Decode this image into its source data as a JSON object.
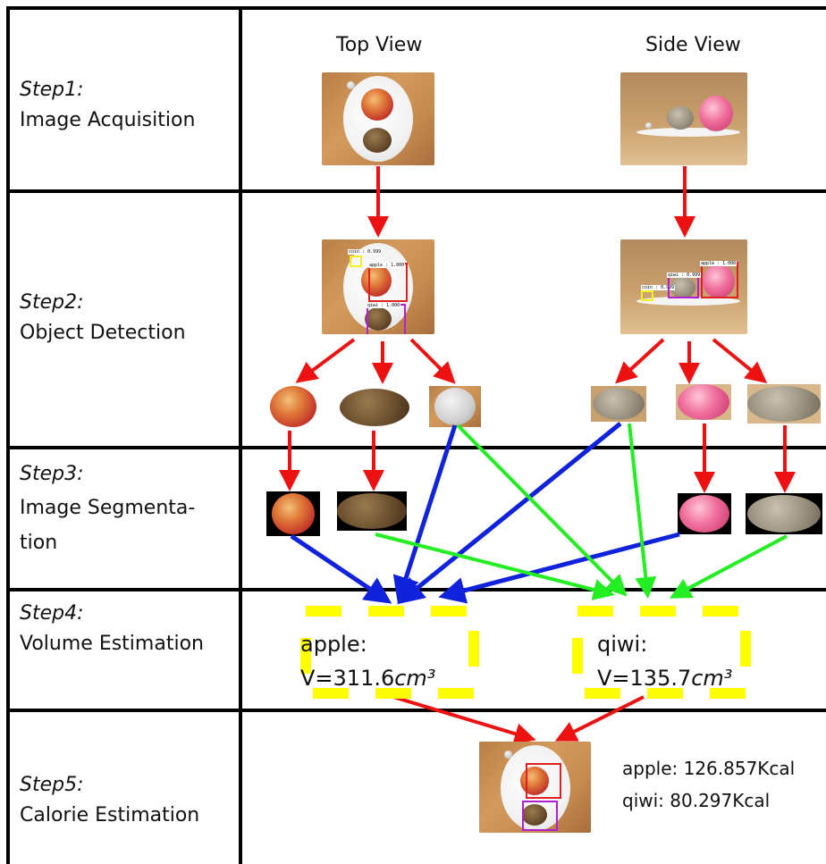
{
  "steps": [
    {
      "num": "Step1:",
      "label": "Image Acquisition"
    },
    {
      "num": "Step2:",
      "label": "Object Detection"
    },
    {
      "num": "Step3:",
      "label_line1": "Image Segmenta-",
      "label_line2": "tion"
    },
    {
      "num": "Step4:",
      "label": "Volume Estimation"
    },
    {
      "num": "Step5:",
      "label": "Calorie Estimation"
    }
  ],
  "views": {
    "top": "Top View",
    "side": "Side View"
  },
  "detections": {
    "top": [
      {
        "label": "coin : 0.999"
      },
      {
        "label": "apple : 1.000"
      },
      {
        "label": "qiwi : 1.000"
      }
    ],
    "side": [
      {
        "label": "coin : 0.999"
      },
      {
        "label": "qiwi : 0.999"
      },
      {
        "label": "apple : 1.000"
      }
    ]
  },
  "volume": {
    "apple": {
      "name": "apple:",
      "value": "V=311.6",
      "unit": "cm³"
    },
    "qiwi": {
      "name": "qiwi:",
      "value": "V=135.7",
      "unit": "cm³"
    }
  },
  "calories": {
    "apple": "apple: 126.857Kcal",
    "qiwi": "qiwi: 80.297Kcal"
  },
  "colors": {
    "arrow_red": "#ee1111",
    "arrow_blue": "#1122dd",
    "arrow_green": "#22ee22",
    "dash_yellow": "#ffff00",
    "box_red": "#e02020",
    "box_purple": "#b020d0",
    "box_yellow": "#f0f020"
  }
}
